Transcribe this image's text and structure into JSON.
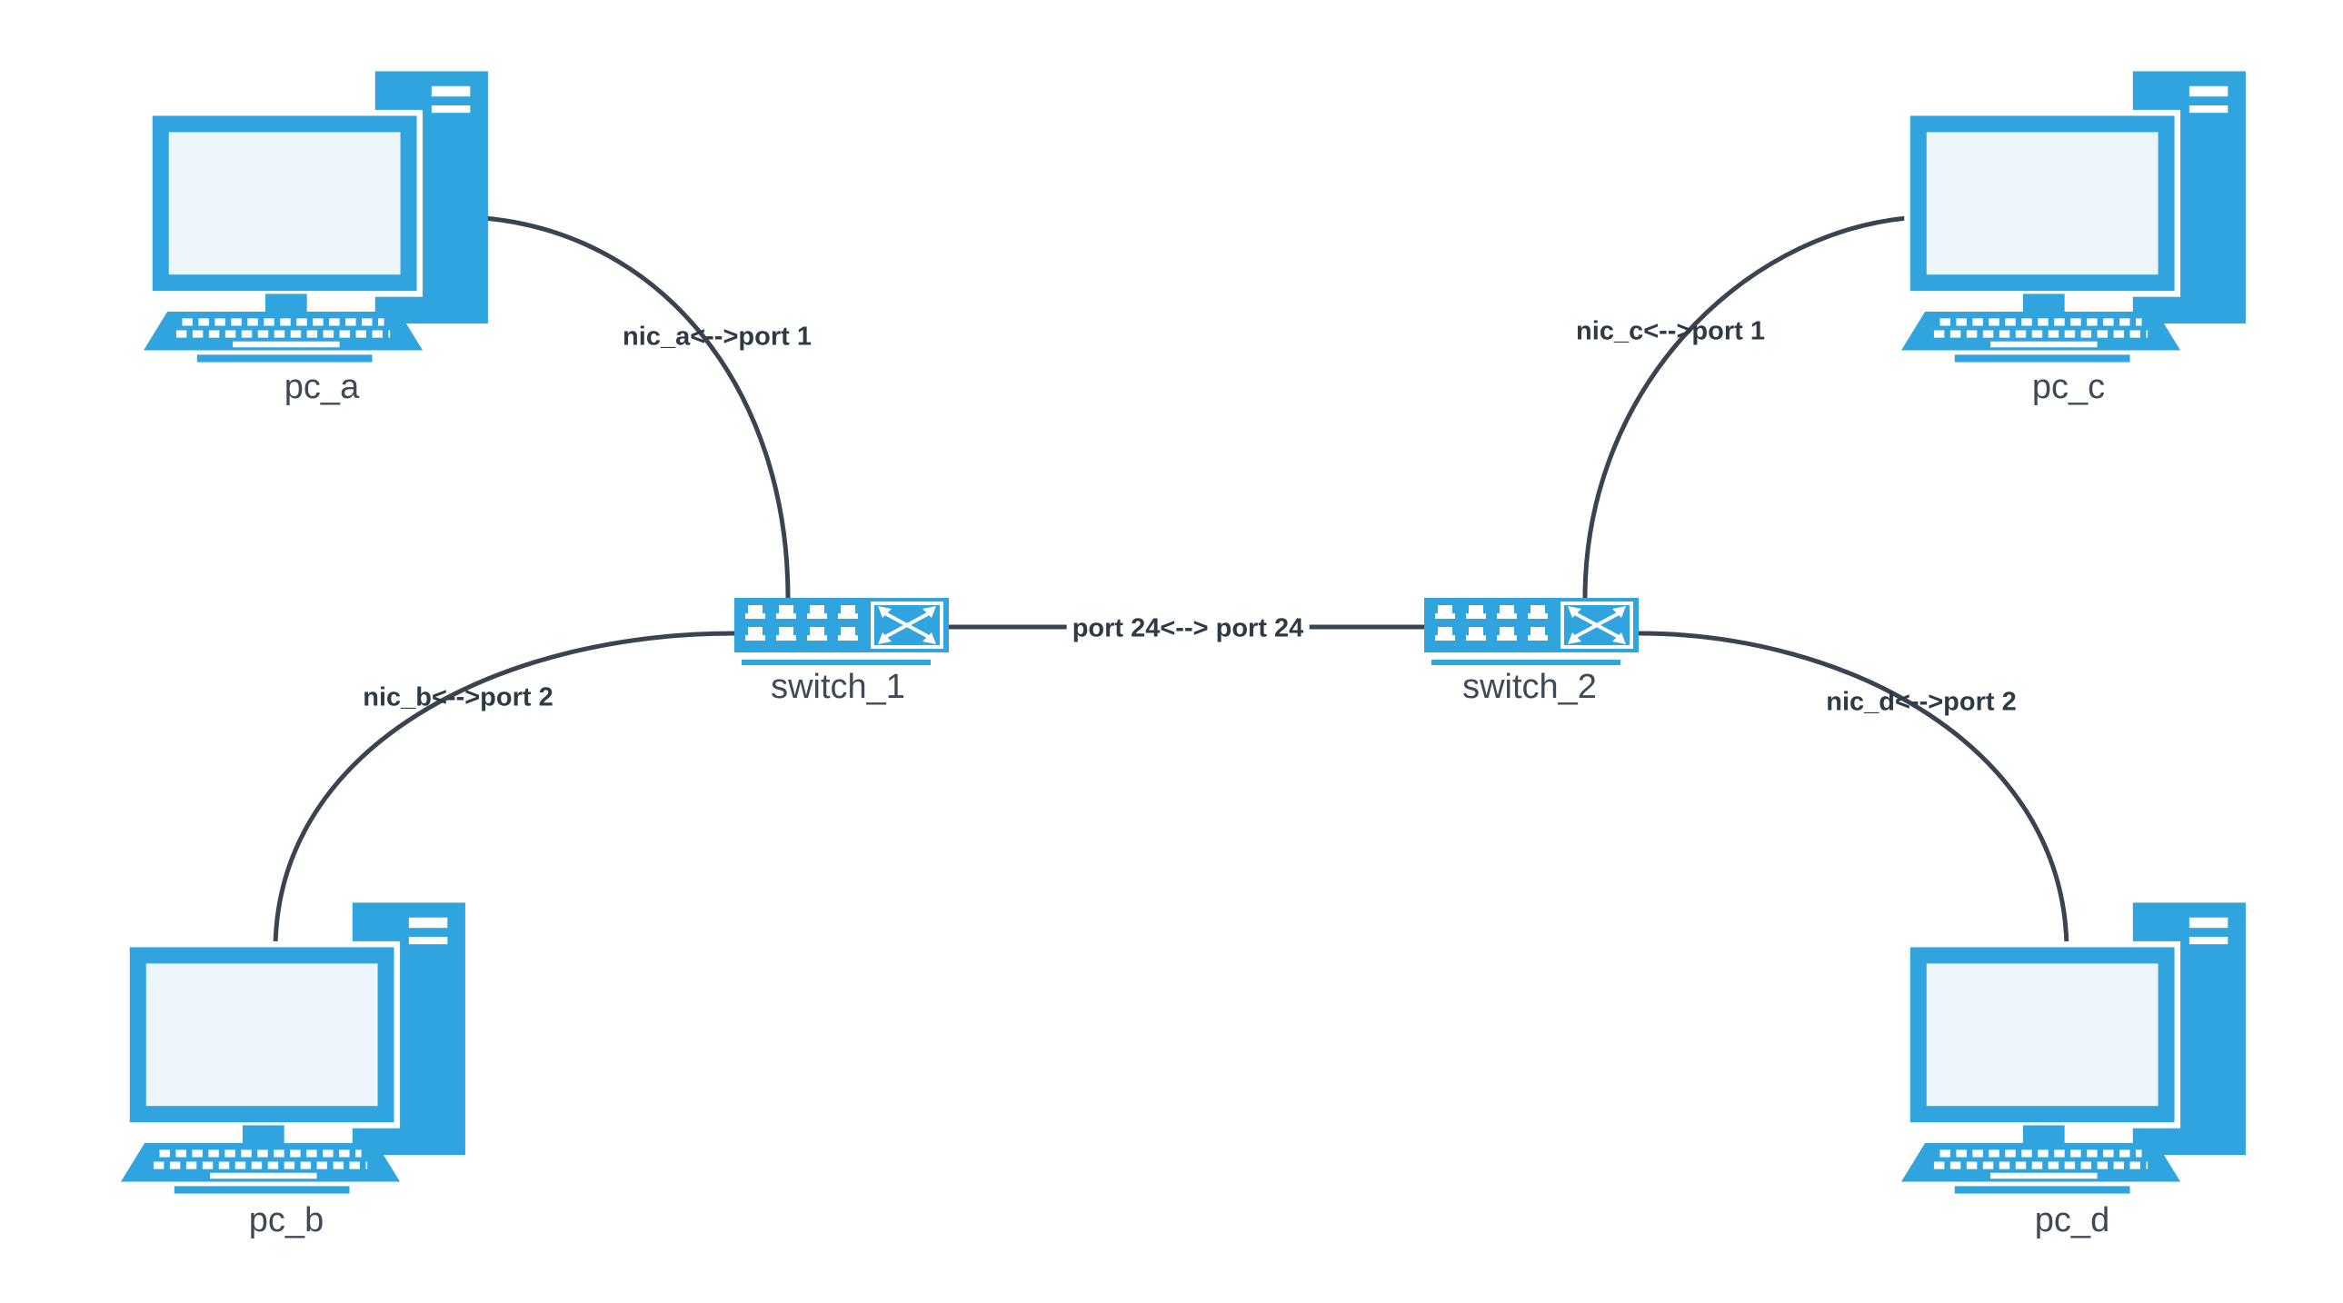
{
  "diagram": {
    "colors": {
      "node_blue": "#2fa4df",
      "screen_fill": "#edf6fa",
      "edge_stroke": "#3a4450",
      "node_label": "#3f4a54",
      "edge_label": "#2e3a44",
      "background": "#ffffff"
    },
    "nodes": [
      {
        "id": "pc_a",
        "type": "pc",
        "label": "pc_a"
      },
      {
        "id": "pc_b",
        "type": "pc",
        "label": "pc_b"
      },
      {
        "id": "pc_c",
        "type": "pc",
        "label": "pc_c"
      },
      {
        "id": "pc_d",
        "type": "pc",
        "label": "pc_d"
      },
      {
        "id": "switch_1",
        "type": "switch",
        "label": "switch_1"
      },
      {
        "id": "switch_2",
        "type": "switch",
        "label": "switch_2"
      }
    ],
    "edges": [
      {
        "from": "pc_a",
        "to": "switch_1",
        "label": "nic_a<-->port 1"
      },
      {
        "from": "pc_b",
        "to": "switch_1",
        "label": "nic_b<-->port 2"
      },
      {
        "from": "pc_c",
        "to": "switch_2",
        "label": "nic_c<-->port 1"
      },
      {
        "from": "pc_d",
        "to": "switch_2",
        "label": "nic_d<-->port 2"
      },
      {
        "from": "switch_1",
        "to": "switch_2",
        "label": "port 24<--> port 24"
      }
    ]
  }
}
